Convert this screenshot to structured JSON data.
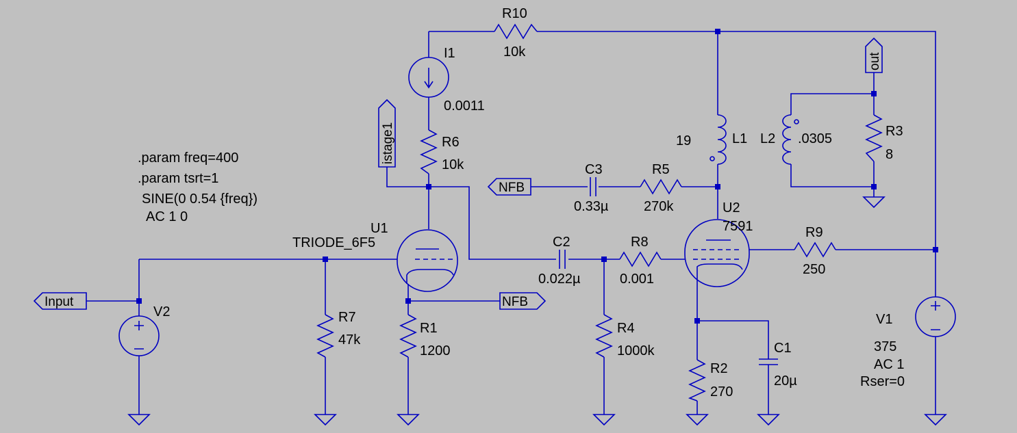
{
  "schematic": {
    "directives": [
      ".param freq=400",
      ".param tsrt=1",
      "SINE(0 0.54 {freq})",
      "AC 1 0"
    ],
    "components": {
      "R10": {
        "name": "R10",
        "value": "10k"
      },
      "I1": {
        "name": "I1",
        "value": "0.0011"
      },
      "R6": {
        "name": "R6",
        "value": "10k"
      },
      "U1": {
        "name": "U1",
        "value": "TRIODE_6F5"
      },
      "R7": {
        "name": "R7",
        "value": "47k"
      },
      "R1": {
        "name": "R1",
        "value": "1200"
      },
      "V2": {
        "name": "V2"
      },
      "C2": {
        "name": "C2",
        "value": "0.022µ"
      },
      "R8": {
        "name": "R8",
        "value": "0.001"
      },
      "R4": {
        "name": "R4",
        "value": "1000k"
      },
      "C3": {
        "name": "C3",
        "value": "0.33µ"
      },
      "R5": {
        "name": "R5",
        "value": "270k"
      },
      "L1": {
        "name": "L1",
        "value": "19"
      },
      "L2": {
        "name": "L2",
        "value": ".0305"
      },
      "R3": {
        "name": "R3",
        "value": "8"
      },
      "U2": {
        "name": "U2",
        "value": "7591"
      },
      "R9": {
        "name": "R9",
        "value": "250"
      },
      "R2": {
        "name": "R2",
        "value": "270"
      },
      "C1": {
        "name": "C1",
        "value": "20µ"
      },
      "V1": {
        "name": "V1",
        "value": "375",
        "value2": "AC 1",
        "value3": "Rser=0"
      }
    },
    "net_labels": {
      "input": "Input",
      "nfb_left": "NFB",
      "nfb_right": "NFB",
      "istage1": "istage1",
      "out": "out"
    },
    "colors": {
      "wire": "#0000c0",
      "background": "#c0c0c0",
      "text": "#000000"
    }
  }
}
